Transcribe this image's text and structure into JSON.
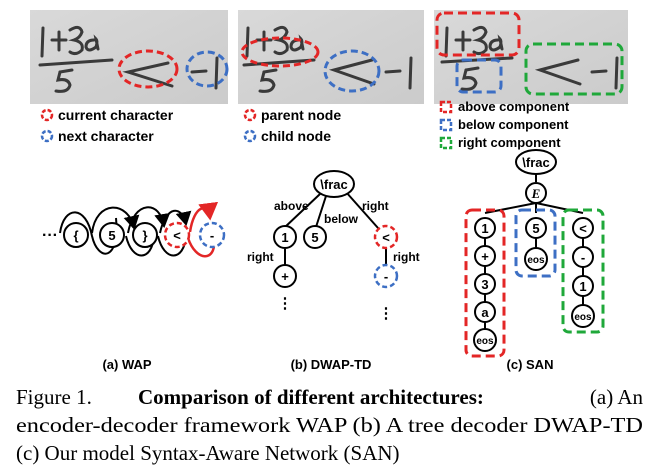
{
  "panels": {
    "wap": {
      "image_text": "1+3a / 5 < -1",
      "legend": [
        {
          "label": "current character",
          "color": "#e32626"
        },
        {
          "label": "next character",
          "color": "#3d6fc4"
        }
      ],
      "caption": "(a) WAP",
      "sequence": [
        "{",
        "5",
        "}",
        "<",
        "-"
      ],
      "ellipsis": "···"
    },
    "dwaptd": {
      "image_text": "1+3a / 5 < -1",
      "legend": [
        {
          "label": "parent node",
          "color": "#e32626"
        },
        {
          "label": "child node",
          "color": "#3d6fc4"
        }
      ],
      "caption": "(b) DWAP-TD",
      "nodes": {
        "root": "\\frac",
        "a": "1",
        "b": "5",
        "c": "<",
        "d": "+",
        "e": "-"
      },
      "edges": {
        "above": "above",
        "below": "below",
        "right": "right",
        "right2": "right",
        "right3": "right"
      },
      "ellipsis": "⋮"
    },
    "san": {
      "image_text": "1+3a / 5 < -1",
      "legend": [
        {
          "label": "above component",
          "color": "#e32626"
        },
        {
          "label": "below component",
          "color": "#3d6fc4"
        },
        {
          "label": "right component",
          "color": "#1fa83a"
        }
      ],
      "caption": "(c) SAN",
      "nodes": {
        "root": "\\frac",
        "e": "E"
      },
      "above": [
        "1",
        "+",
        "3",
        "a",
        "eos"
      ],
      "below": [
        "5",
        "eos"
      ],
      "right": [
        "<",
        "-",
        "1",
        "eos"
      ]
    }
  },
  "figure_caption": {
    "label": "Figure 1.",
    "title": "Comparison of different architectures:",
    "line1_rest": "(a) An",
    "line2": "encoder-decoder framework WAP (b) A tree decoder DWAP-TD",
    "line3": "(c) Our model Syntax-Aware Network (SAN)"
  }
}
